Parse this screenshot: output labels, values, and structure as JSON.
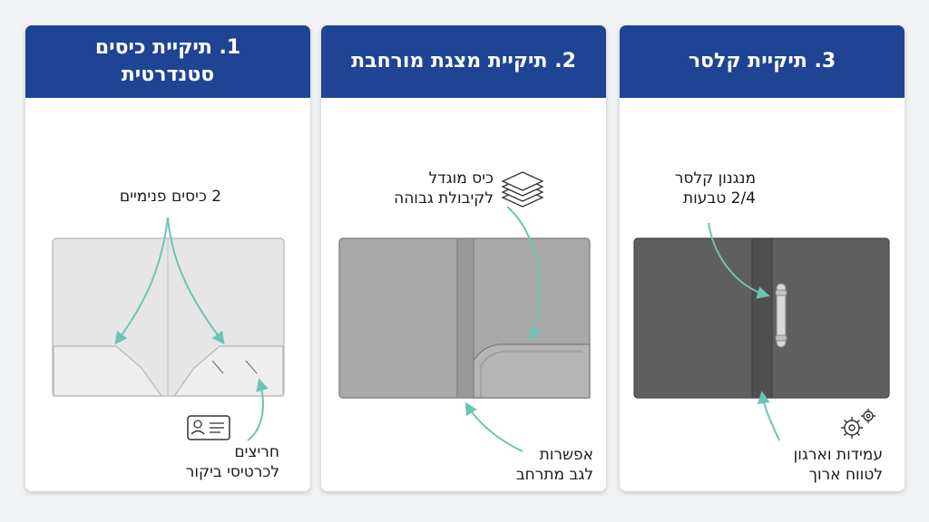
{
  "colors": {
    "header_bg": "#1f4494",
    "arrow": "#6cc4b4",
    "folder_light": "#e6e6e6",
    "folder_mid": "#a6a6a6",
    "folder_dark": "#5e5e5e"
  },
  "cards": [
    {
      "title": "1. תיקיית כיסים\nסטנדרטית",
      "label_top": "2 כיסים פנימיים",
      "label_bottom": "חריצים\nלכרטיסי ביקור",
      "icons": [
        "business-card-icon"
      ]
    },
    {
      "title": "2. תיקיית מצגת מורחבת",
      "label_top": "כיס מוגדל\nלקיבולת גבוהה",
      "label_bottom": "אפשרות\nלגב מתרחב",
      "icons": [
        "paper-stack-icon"
      ]
    },
    {
      "title": "3. תיקיית קלסר",
      "label_top": "מנגנון קלסר\n2/4 טבעות",
      "label_bottom": "עמידות וארגון\nלטווח ארוך",
      "icons": [
        "gears-icon",
        "binder-ring-icon"
      ]
    }
  ]
}
